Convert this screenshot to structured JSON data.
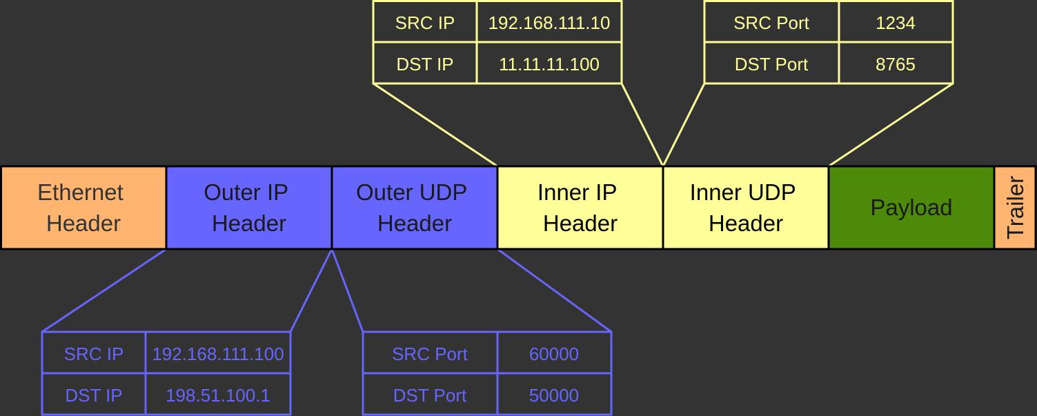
{
  "colors": {
    "background": "#333333",
    "ethernet": "#FFB570",
    "outer": "#6666FF",
    "inner": "#FFFF99",
    "payload": "#4D8A0A",
    "trailer": "#FFB570",
    "segment_border": "#000000",
    "inner_detail": "#FFFF99",
    "outer_detail": "#6666FF"
  },
  "packet": {
    "ethernet_header": {
      "line1": "Ethernet",
      "line2": "Header"
    },
    "outer_ip_header": {
      "line1": "Outer IP",
      "line2": "Header"
    },
    "outer_udp_header": {
      "line1": "Outer UDP",
      "line2": "Header"
    },
    "inner_ip_header": {
      "line1": "Inner IP",
      "line2": "Header"
    },
    "inner_udp_header": {
      "line1": "Inner UDP",
      "line2": "Header"
    },
    "payload": "Payload",
    "trailer": "Trailer"
  },
  "inner_ip_table": {
    "src_label": "SRC IP",
    "src_value": "192.168.111.10",
    "dst_label": "DST IP",
    "dst_value": "11.11.11.100"
  },
  "inner_udp_table": {
    "src_label": "SRC Port",
    "src_value": "1234",
    "dst_label": "DST Port",
    "dst_value": "8765"
  },
  "outer_ip_table": {
    "src_label": "SRC IP",
    "src_value": "192.168.111.100",
    "dst_label": "DST IP",
    "dst_value": "198.51.100.1"
  },
  "outer_udp_table": {
    "src_label": "SRC Port",
    "src_value": "60000",
    "dst_label": "DST Port",
    "dst_value": "50000"
  }
}
